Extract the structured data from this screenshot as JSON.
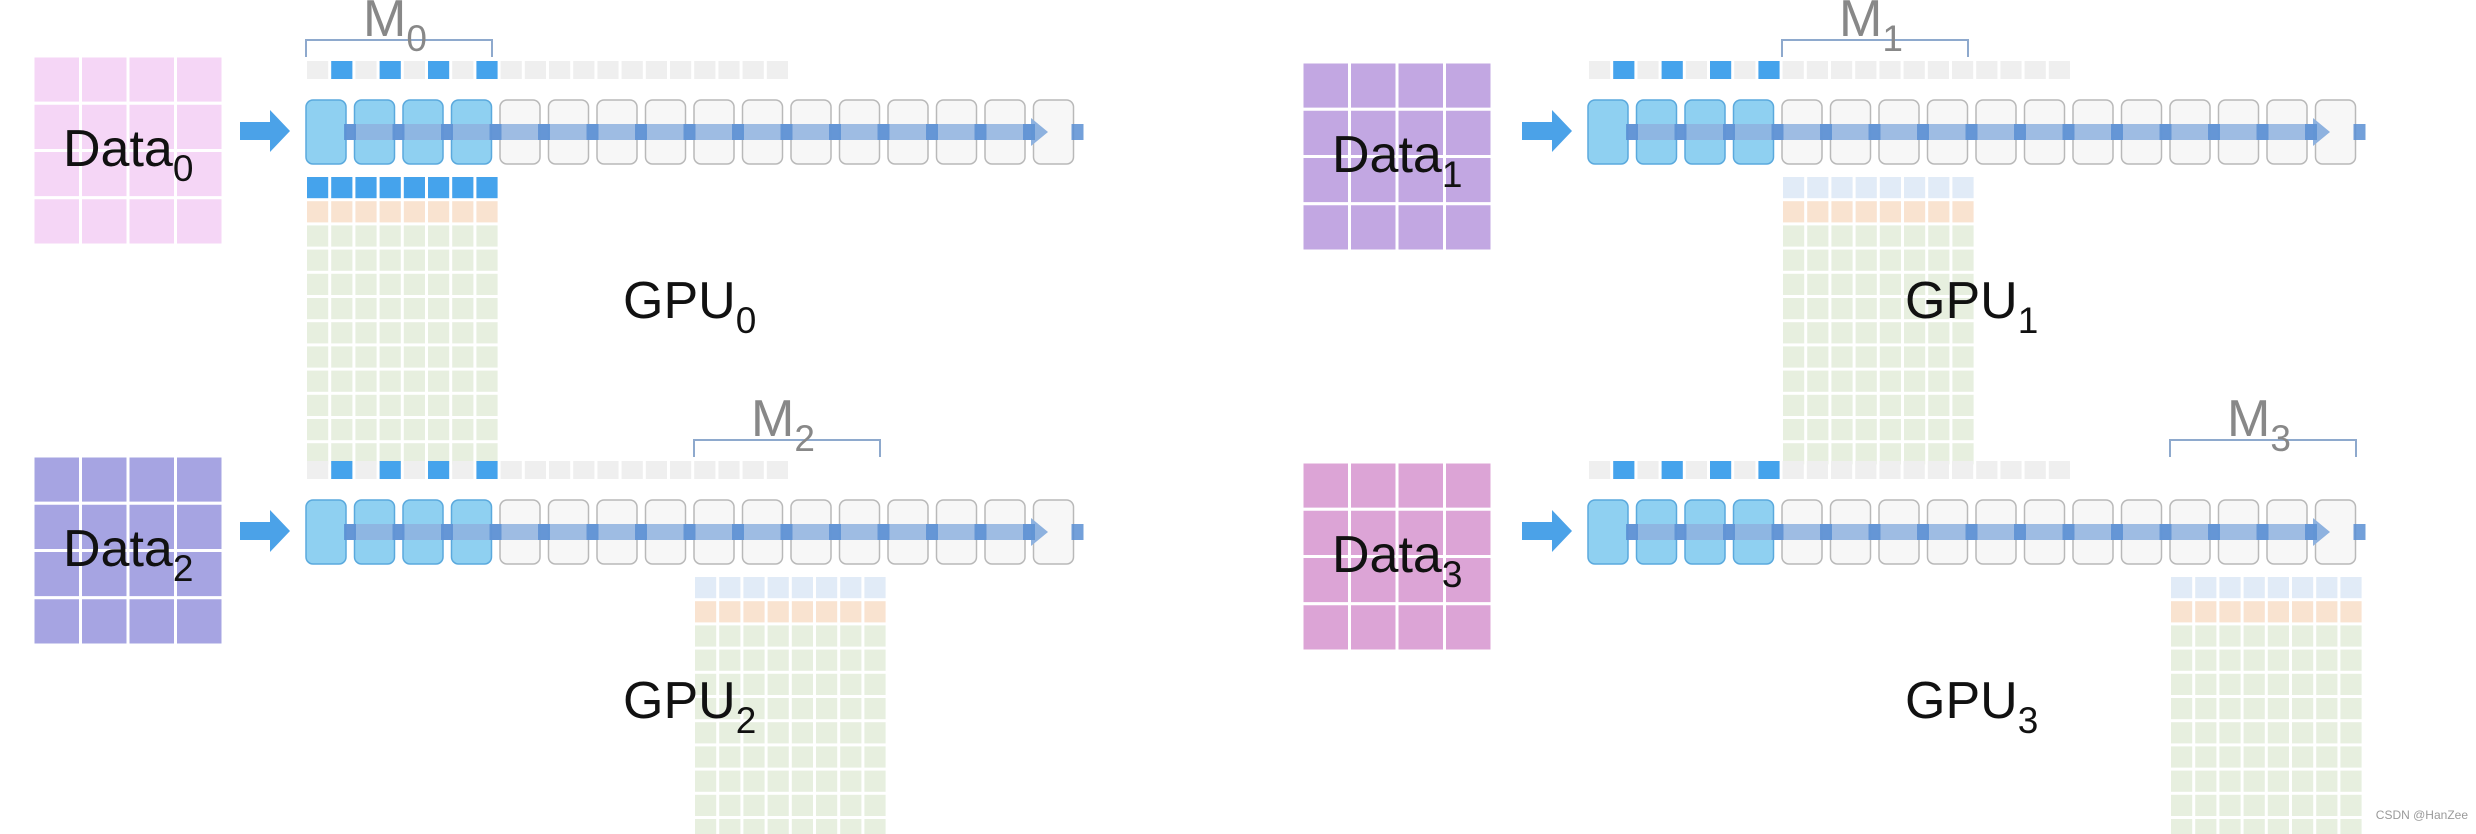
{
  "colors": {
    "pink_data": "#f5d6f6",
    "violet_data": "#c2a7e2",
    "blue_violet_data": "#a6a4e2",
    "magenta_data": "#dca4d6",
    "active_block": "#8fd0f1",
    "active_block_border": "#5aa9dd",
    "idle_block": "#f7f7f7",
    "idle_block_border": "#b9b9b9",
    "pipeline_arrow": "#8eb2df",
    "pipeline_arrow_dark": "#5a8fd3",
    "input_arrow": "#4ba2e8",
    "strip_cell": "#efefef",
    "strip_mark": "#45a3ec",
    "grid_blue": "#e1ebf7",
    "grid_peach": "#f9e3d0",
    "grid_green": "#e7efdf",
    "bracket": "#8ea9cd",
    "label_gray": "#888888"
  },
  "quadrants": [
    {
      "data_label": "Data",
      "data_sub": "0",
      "gpu_label": "GPU",
      "gpu_sub": "0",
      "m_label": "M",
      "m_sub": "0",
      "data_color_key": "pink_data",
      "m_start_block": 0,
      "grid_first_row_highlight": true
    },
    {
      "data_label": "Data",
      "data_sub": "1",
      "gpu_label": "GPU",
      "gpu_sub": "1",
      "m_label": "M",
      "m_sub": "1",
      "data_color_key": "violet_data",
      "m_start_block": 4,
      "grid_first_row_highlight": false
    },
    {
      "data_label": "Data",
      "data_sub": "2",
      "gpu_label": "GPU",
      "gpu_sub": "2",
      "m_label": "M",
      "m_sub": "2",
      "data_color_key": "blue_violet_data",
      "m_start_block": 8,
      "grid_first_row_highlight": false
    },
    {
      "data_label": "Data",
      "data_sub": "3",
      "gpu_label": "GPU",
      "gpu_sub": "3",
      "m_label": "M",
      "m_sub": "3",
      "data_color_key": "magenta_data",
      "m_start_block": 12,
      "grid_first_row_highlight": false
    }
  ],
  "watermark": "CSDN @HanZee"
}
